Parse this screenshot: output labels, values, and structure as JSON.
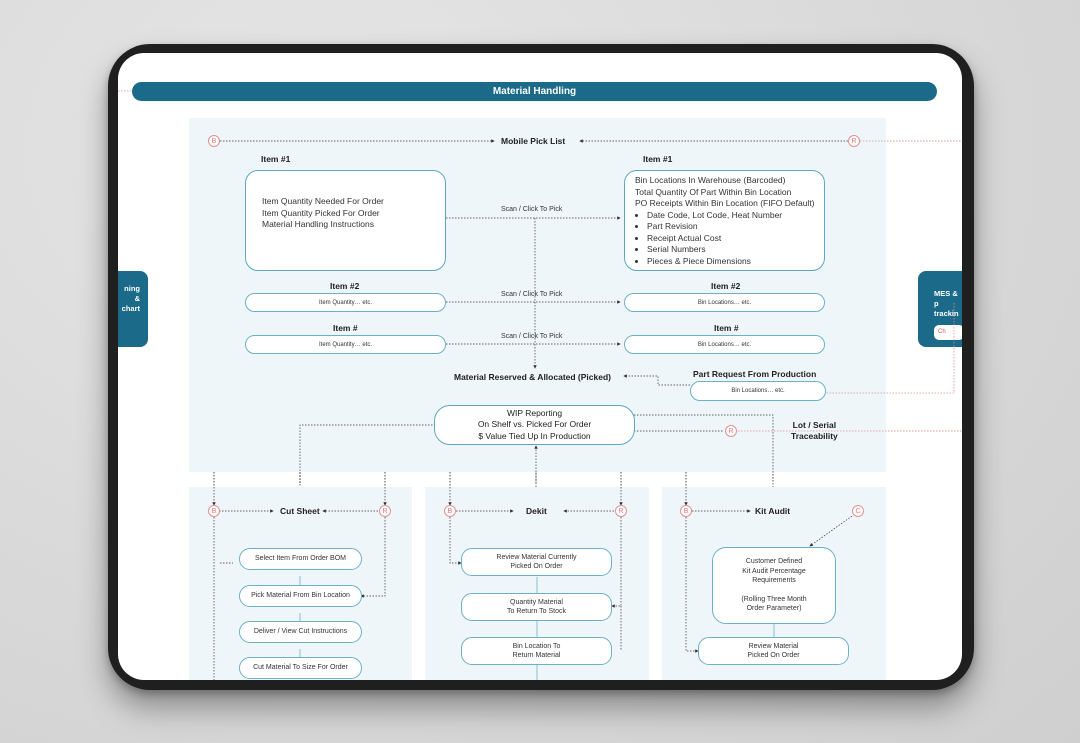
{
  "title": "Material Handling",
  "left_tab": {
    "line1": "ning &",
    "line2": "chart"
  },
  "right_tab": {
    "line1": "MES & p",
    "line2": "trackin",
    "button": "Ch"
  },
  "nodes": {
    "b": "B",
    "r": "R",
    "c": "C"
  },
  "pick_list": {
    "title": "Mobile Pick List",
    "item1_left_title": "Item #1",
    "item1_right_title": "Item #1",
    "item1_left_lines": [
      "Item Quantity Needed For Order",
      "Item Quantity Picked For Order",
      "Material Handling Instructions"
    ],
    "item1_right_lines": [
      "Bin Locations In Warehouse (Barcoded)",
      "Total Quantity Of Part Within Bin Location",
      "PO Receipts Within Bin Location (FIFO Default)"
    ],
    "item1_right_bullets": [
      "Date Code, Lot Code, Heat Number",
      "Part Revision",
      "Receipt Actual Cost",
      "Serial Numbers",
      "Pieces & Piece Dimensions"
    ],
    "scan_label": "Scan / Click To Pick",
    "item2_left_title": "Item #2",
    "item2_right_title": "Item #2",
    "itemn_left_title": "Item #",
    "itemn_right_title": "Item #",
    "qty_etc": "Item Quantity… etc.",
    "bin_etc": "Bin Locations… etc.",
    "reserved": "Material Reserved & Allocated (Picked)",
    "part_request": "Part Request From Production",
    "part_request_box": "Bin Locations… etc.",
    "wip": "WIP Reporting\nOn Shelf vs. Picked For Order\n$ Value Tied Up In Production",
    "lot_serial": "Lot / Serial\nTraceability"
  },
  "cut_sheet": {
    "title": "Cut Sheet",
    "steps": [
      "Select Item From Order BOM",
      "Pick Material From Bin Location",
      "Deliver / View Cut Instructions",
      "Cut Material To Size For Order"
    ]
  },
  "dekit": {
    "title": "Dekit",
    "steps": [
      "Review Material Currently\nPicked On Order",
      "Quantity Material\nTo Return To Stock",
      "Bin Location To\nReturn Material"
    ]
  },
  "kit_audit": {
    "title": "Kit Audit",
    "steps": [
      "Customer Defined\nKit Audit Percentage\nRequirements\n\n(Rolling Three Month\nOrder Parameter)",
      "Review Material\nPicked On Order"
    ]
  }
}
